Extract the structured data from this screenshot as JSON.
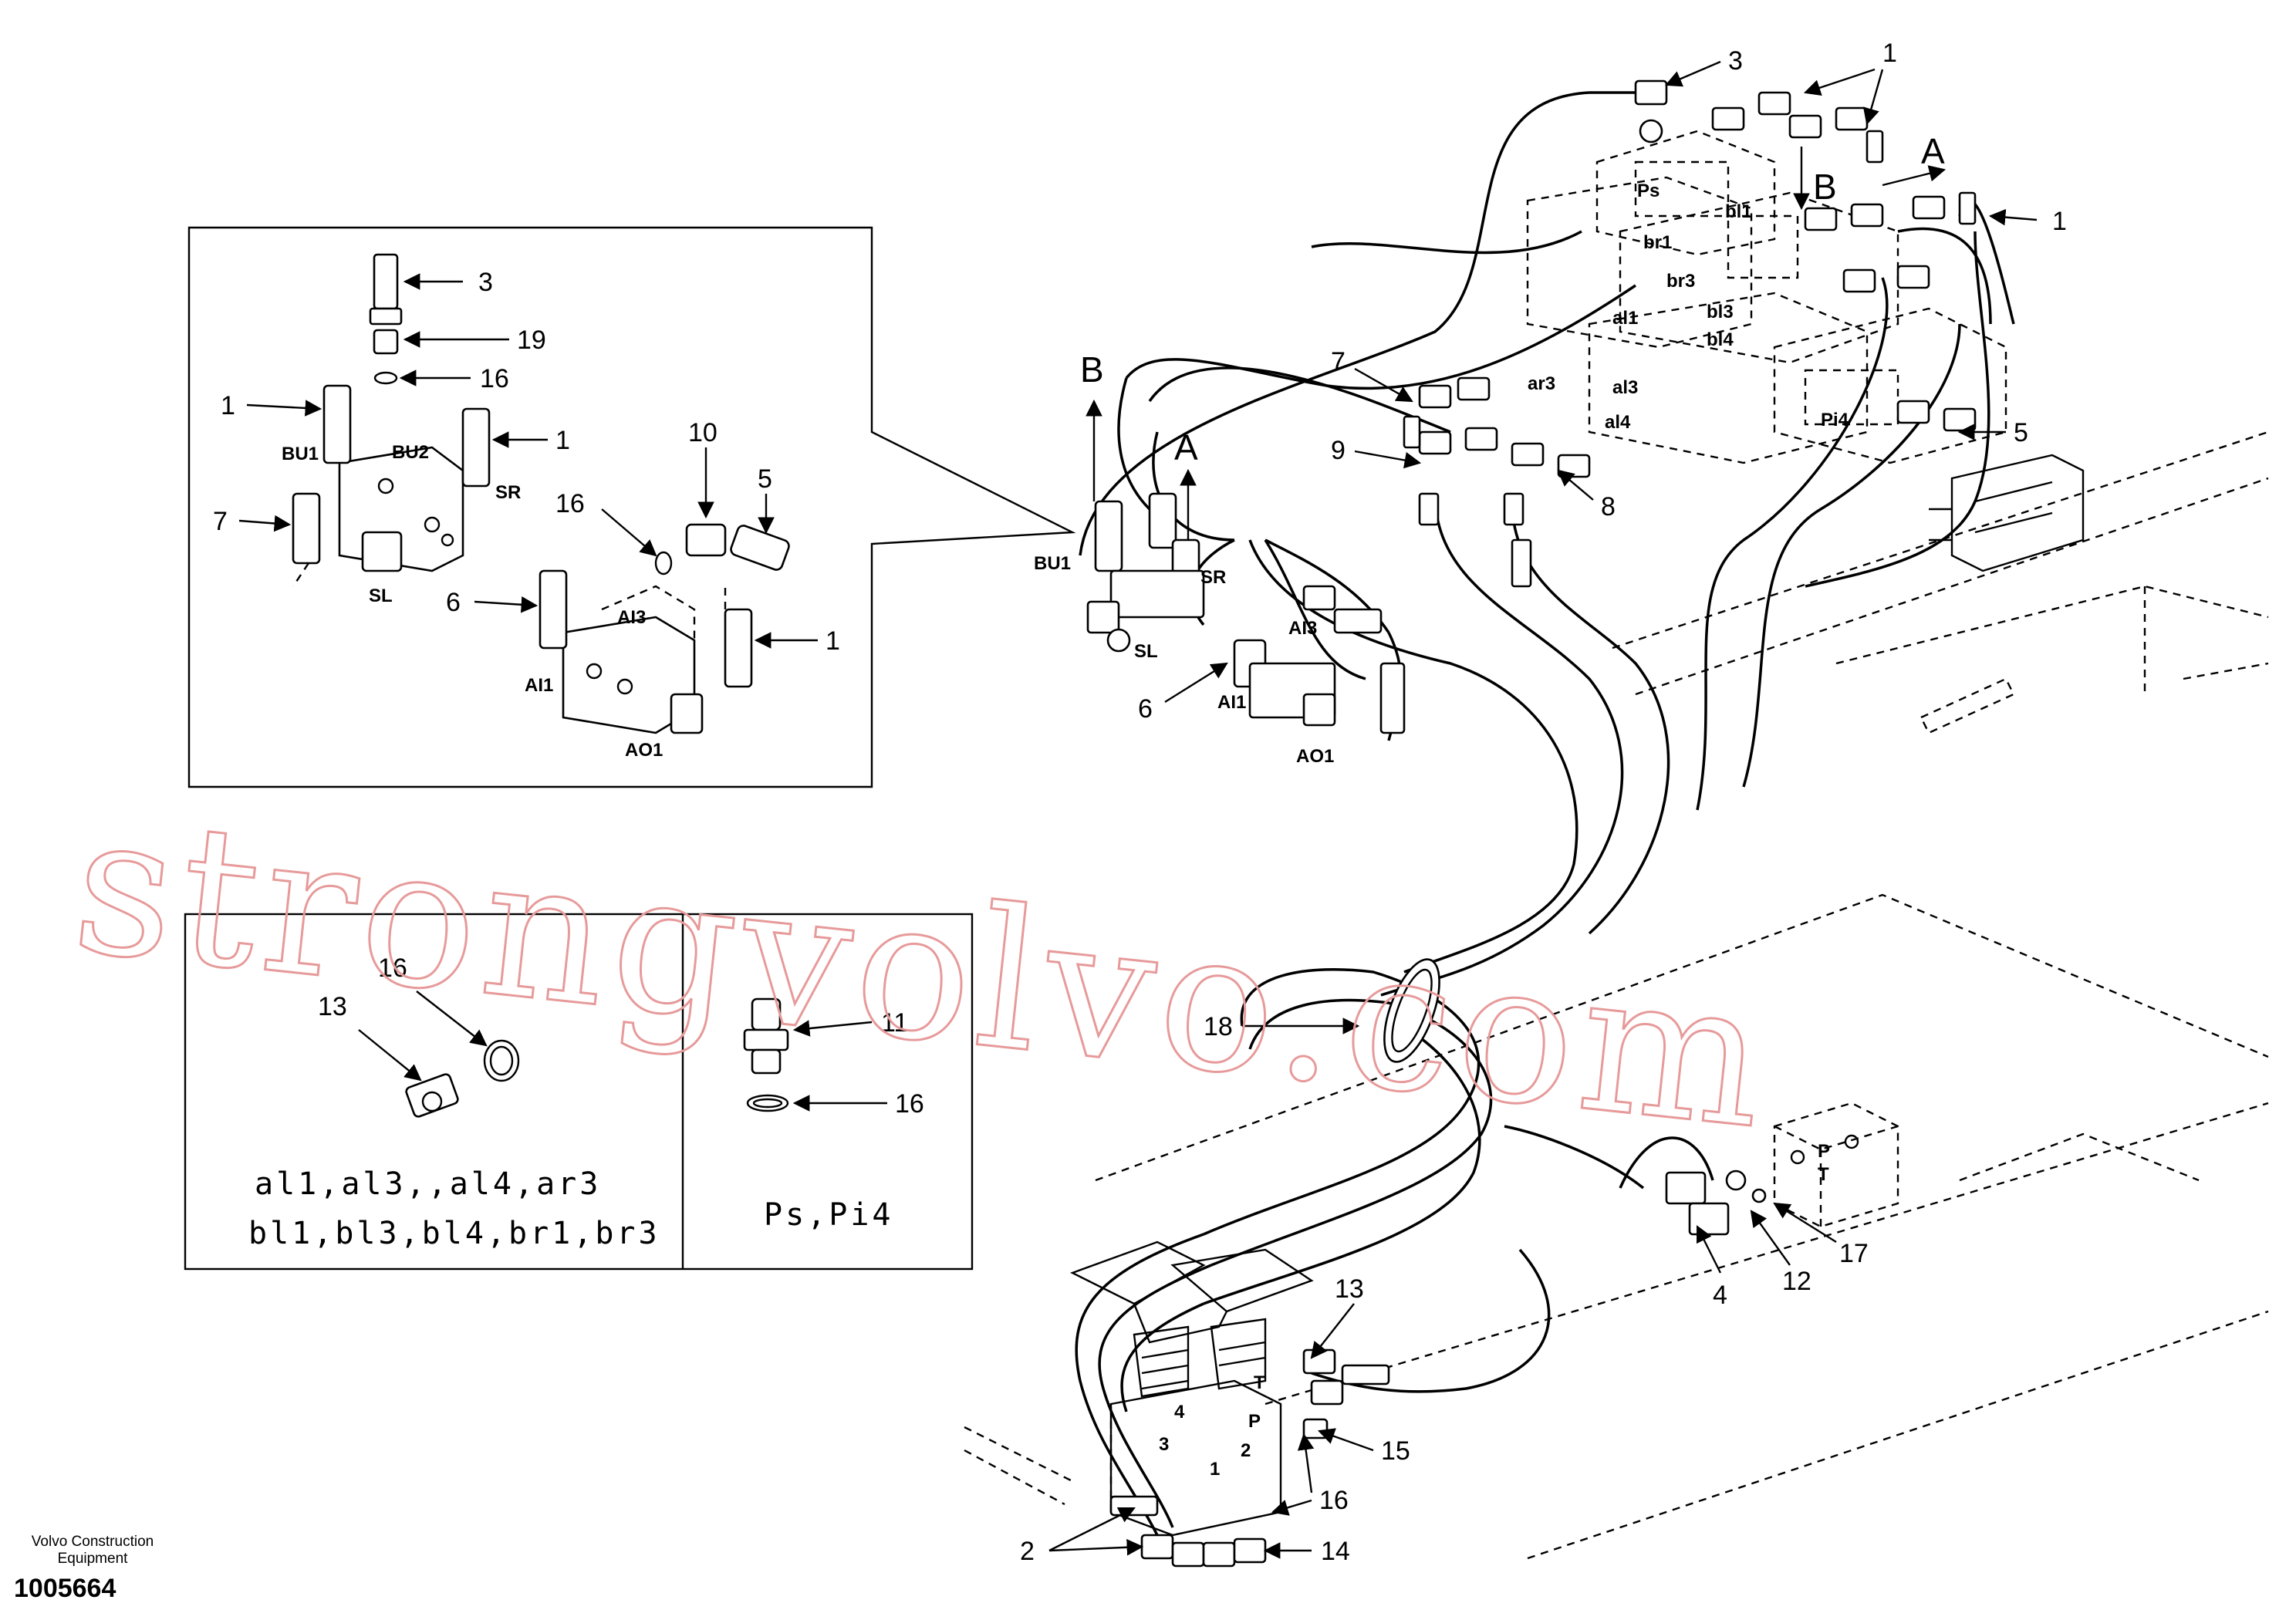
{
  "callouts": {
    "n1": "1",
    "n2": "2",
    "n3": "3",
    "n4": "4",
    "n5": "5",
    "n6": "6",
    "n7": "7",
    "n8": "8",
    "n9": "9",
    "n10": "10",
    "n11": "11",
    "n12": "12",
    "n13": "13",
    "n14": "14",
    "n15": "15",
    "n16": "16",
    "n17": "17",
    "n18": "18",
    "n19": "19"
  },
  "arrows": {
    "A": "A",
    "B": "B"
  },
  "ports": {
    "BU1": "BU1",
    "BU2": "BU2",
    "SR": "SR",
    "SL": "SL",
    "AI1": "AI1",
    "AI3": "AI3",
    "AO1": "AO1",
    "Ps": "Ps",
    "Pi4": "Pi4",
    "bl1": "bl1",
    "br1": "br1",
    "br3": "br3",
    "bl3": "bl3",
    "bl4": "bl4",
    "al1": "al1",
    "al3": "al3",
    "al4": "al4",
    "ar3": "ar3",
    "P": "P",
    "T": "T",
    "one": "1",
    "two": "2",
    "three": "3",
    "four": "4"
  },
  "legend": {
    "left_line1": "al1,al3,,al4,ar3",
    "left_line2": "bl1,bl3,bl4,br1,br3",
    "right_line1": "Ps,Pi4"
  },
  "watermark": "strongvolvo.com",
  "brand": {
    "line1": "Volvo Construction",
    "line2": "Equipment",
    "ref": "1005664"
  }
}
